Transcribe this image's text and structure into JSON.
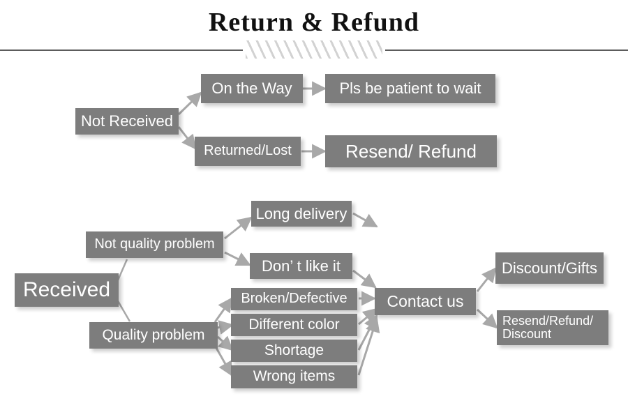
{
  "header": {
    "title": "Return & Refund",
    "divider_ornament": "diagonal-hatch"
  },
  "colors": {
    "node_fill": "#7d7d7d",
    "node_text": "#ffffff",
    "arrow": "#a8a8a8",
    "rule": "#5c5c5c",
    "hatch": "#d2d2d2",
    "page_background": "#ffffff"
  },
  "diagram": {
    "type": "flowchart",
    "sections": [
      {
        "root": "not-received",
        "branches": [
          {
            "condition": "On the Way",
            "outcome": "Pls be patient to wait"
          },
          {
            "condition": "Returned/Lost",
            "outcome": "Resend/ Refund"
          }
        ]
      },
      {
        "root": "received",
        "branches": [
          {
            "condition": "Not quality problem",
            "reasons": [
              "Long delivery",
              "Don’  t like it"
            ]
          },
          {
            "condition": "Quality problem",
            "reasons": [
              "Broken/Defective",
              "Different color",
              "Shortage",
              "Wrong items"
            ]
          }
        ],
        "hub": "Contact us",
        "outcomes": [
          "Discount/Gifts",
          "Resend/Refund/ Discount"
        ]
      }
    ],
    "nodes": {
      "not_received": "Not Received",
      "on_the_way": "On the Way",
      "pls_be_patient": "Pls be patient to wait",
      "returned_lost": "Returned/Lost",
      "resend_refund": "Resend/ Refund",
      "received": "Received",
      "not_quality_problem": "Not quality problem",
      "quality_problem": "Quality problem",
      "long_delivery": "Long delivery",
      "dont_like_it": "Don’  t like it",
      "broken_defective": "Broken/Defective",
      "different_color": "Different color",
      "shortage": "Shortage",
      "wrong_items": "Wrong items",
      "contact_us": "Contact us",
      "discount_gifts": "Discount/Gifts",
      "resend_refund_discount_line1": "Resend/Refund/",
      "resend_refund_discount_line2": "Discount"
    }
  }
}
